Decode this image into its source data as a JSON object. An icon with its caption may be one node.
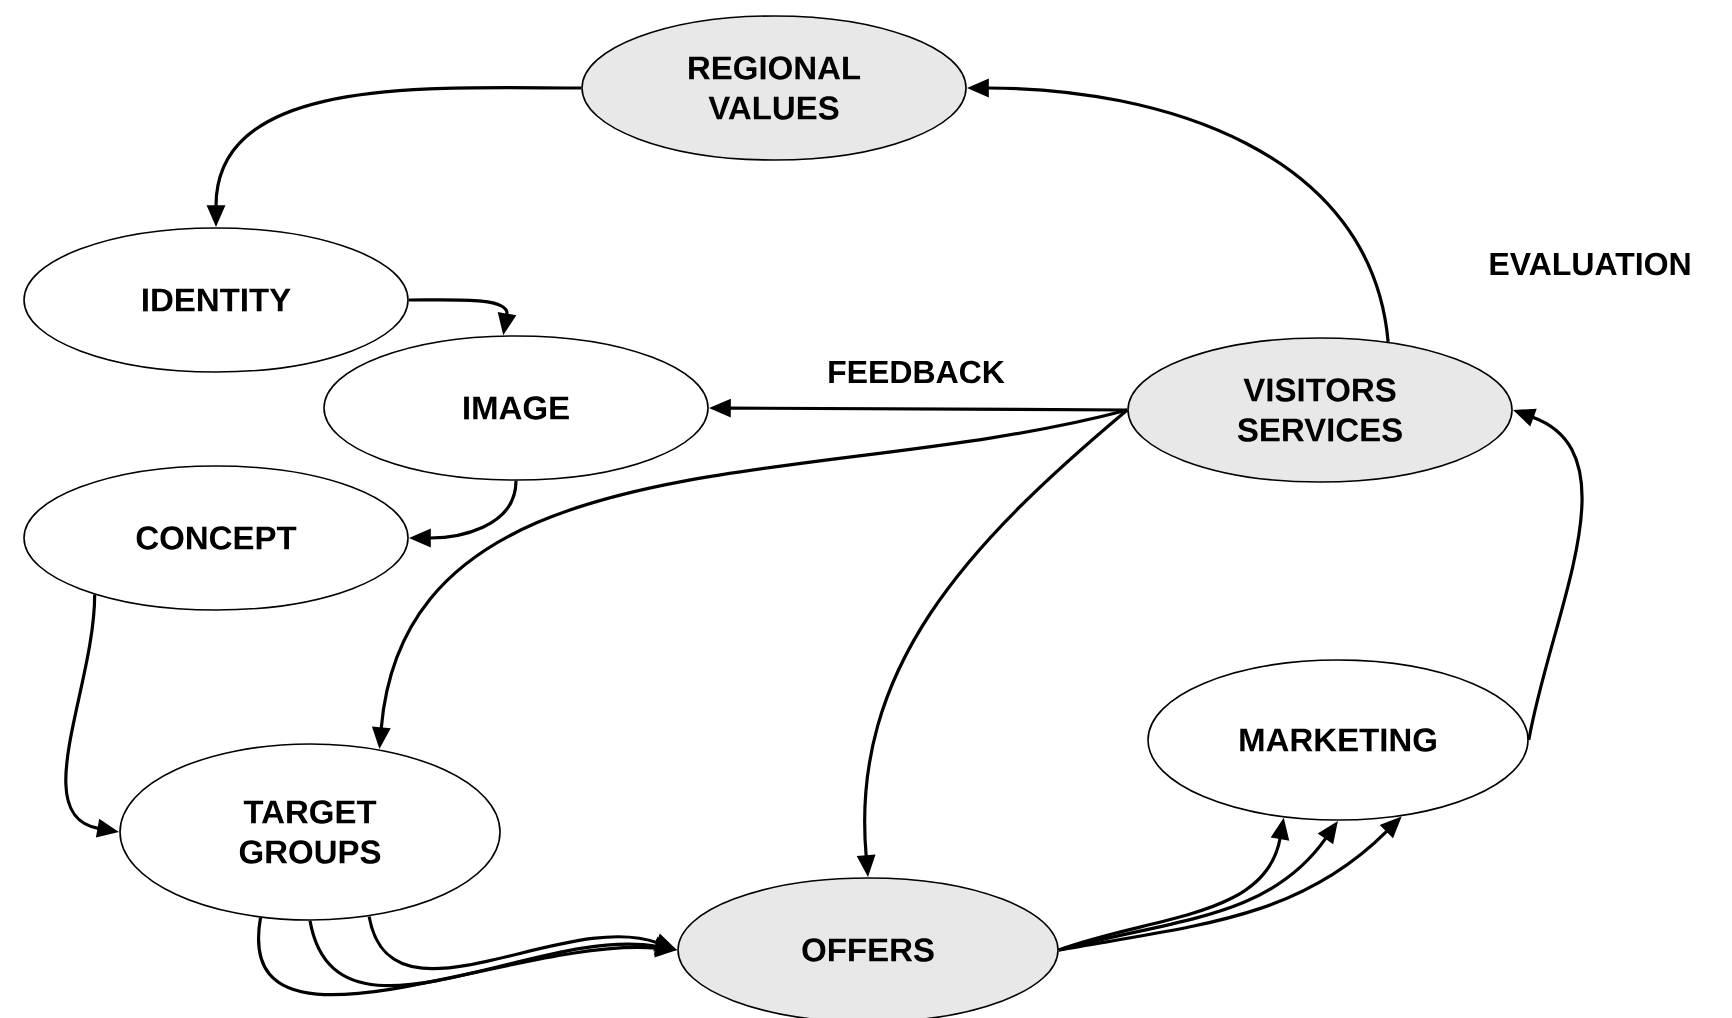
{
  "diagram": {
    "nodes": [
      {
        "text": [
          "REGIONAL VALUES"
        ]
      },
      {
        "text": [
          "IDENTITY"
        ]
      },
      {
        "text": [
          "IMAGE"
        ]
      },
      {
        "text": [
          "CONCEPT"
        ]
      },
      {
        "text": [
          "VISITORS SERVICES"
        ]
      },
      {
        "text": [
          "TARGET GROUPS"
        ]
      },
      {
        "text": [
          "MARKETING"
        ]
      },
      {
        "text": [
          "OFFERS"
        ]
      }
    ],
    "edges": [
      {
        "from": 0,
        "to": 1,
        "arrow": "to"
      },
      {
        "from": 1,
        "to": 2,
        "arrow": "to"
      },
      {
        "from": 2,
        "to": 3,
        "arrow": "to"
      },
      {
        "from": 3,
        "to": 5,
        "arrow": "to"
      },
      {
        "from": 4,
        "to": 0,
        "arrow": "to",
        "label": "EVALUATION"
      },
      {
        "from": 4,
        "to": 2,
        "arrow": "to",
        "label": "FEEDBACK"
      },
      {
        "from": 4,
        "to": 5,
        "arrow": "to"
      },
      {
        "from": 4,
        "to": 7,
        "arrow": "to"
      },
      {
        "from": 5,
        "to": 7,
        "arrow": "to"
      },
      {
        "from": 5,
        "to": 7,
        "arrow": "to"
      },
      {
        "from": 5,
        "to": 7,
        "arrow": "to"
      },
      {
        "from": 7,
        "to": 6,
        "arrow": "to"
      },
      {
        "from": 7,
        "to": 6,
        "arrow": "to"
      },
      {
        "from": 7,
        "to": 6,
        "arrow": "to"
      },
      {
        "from": 6,
        "to": 4,
        "arrow": "to"
      }
    ]
  }
}
